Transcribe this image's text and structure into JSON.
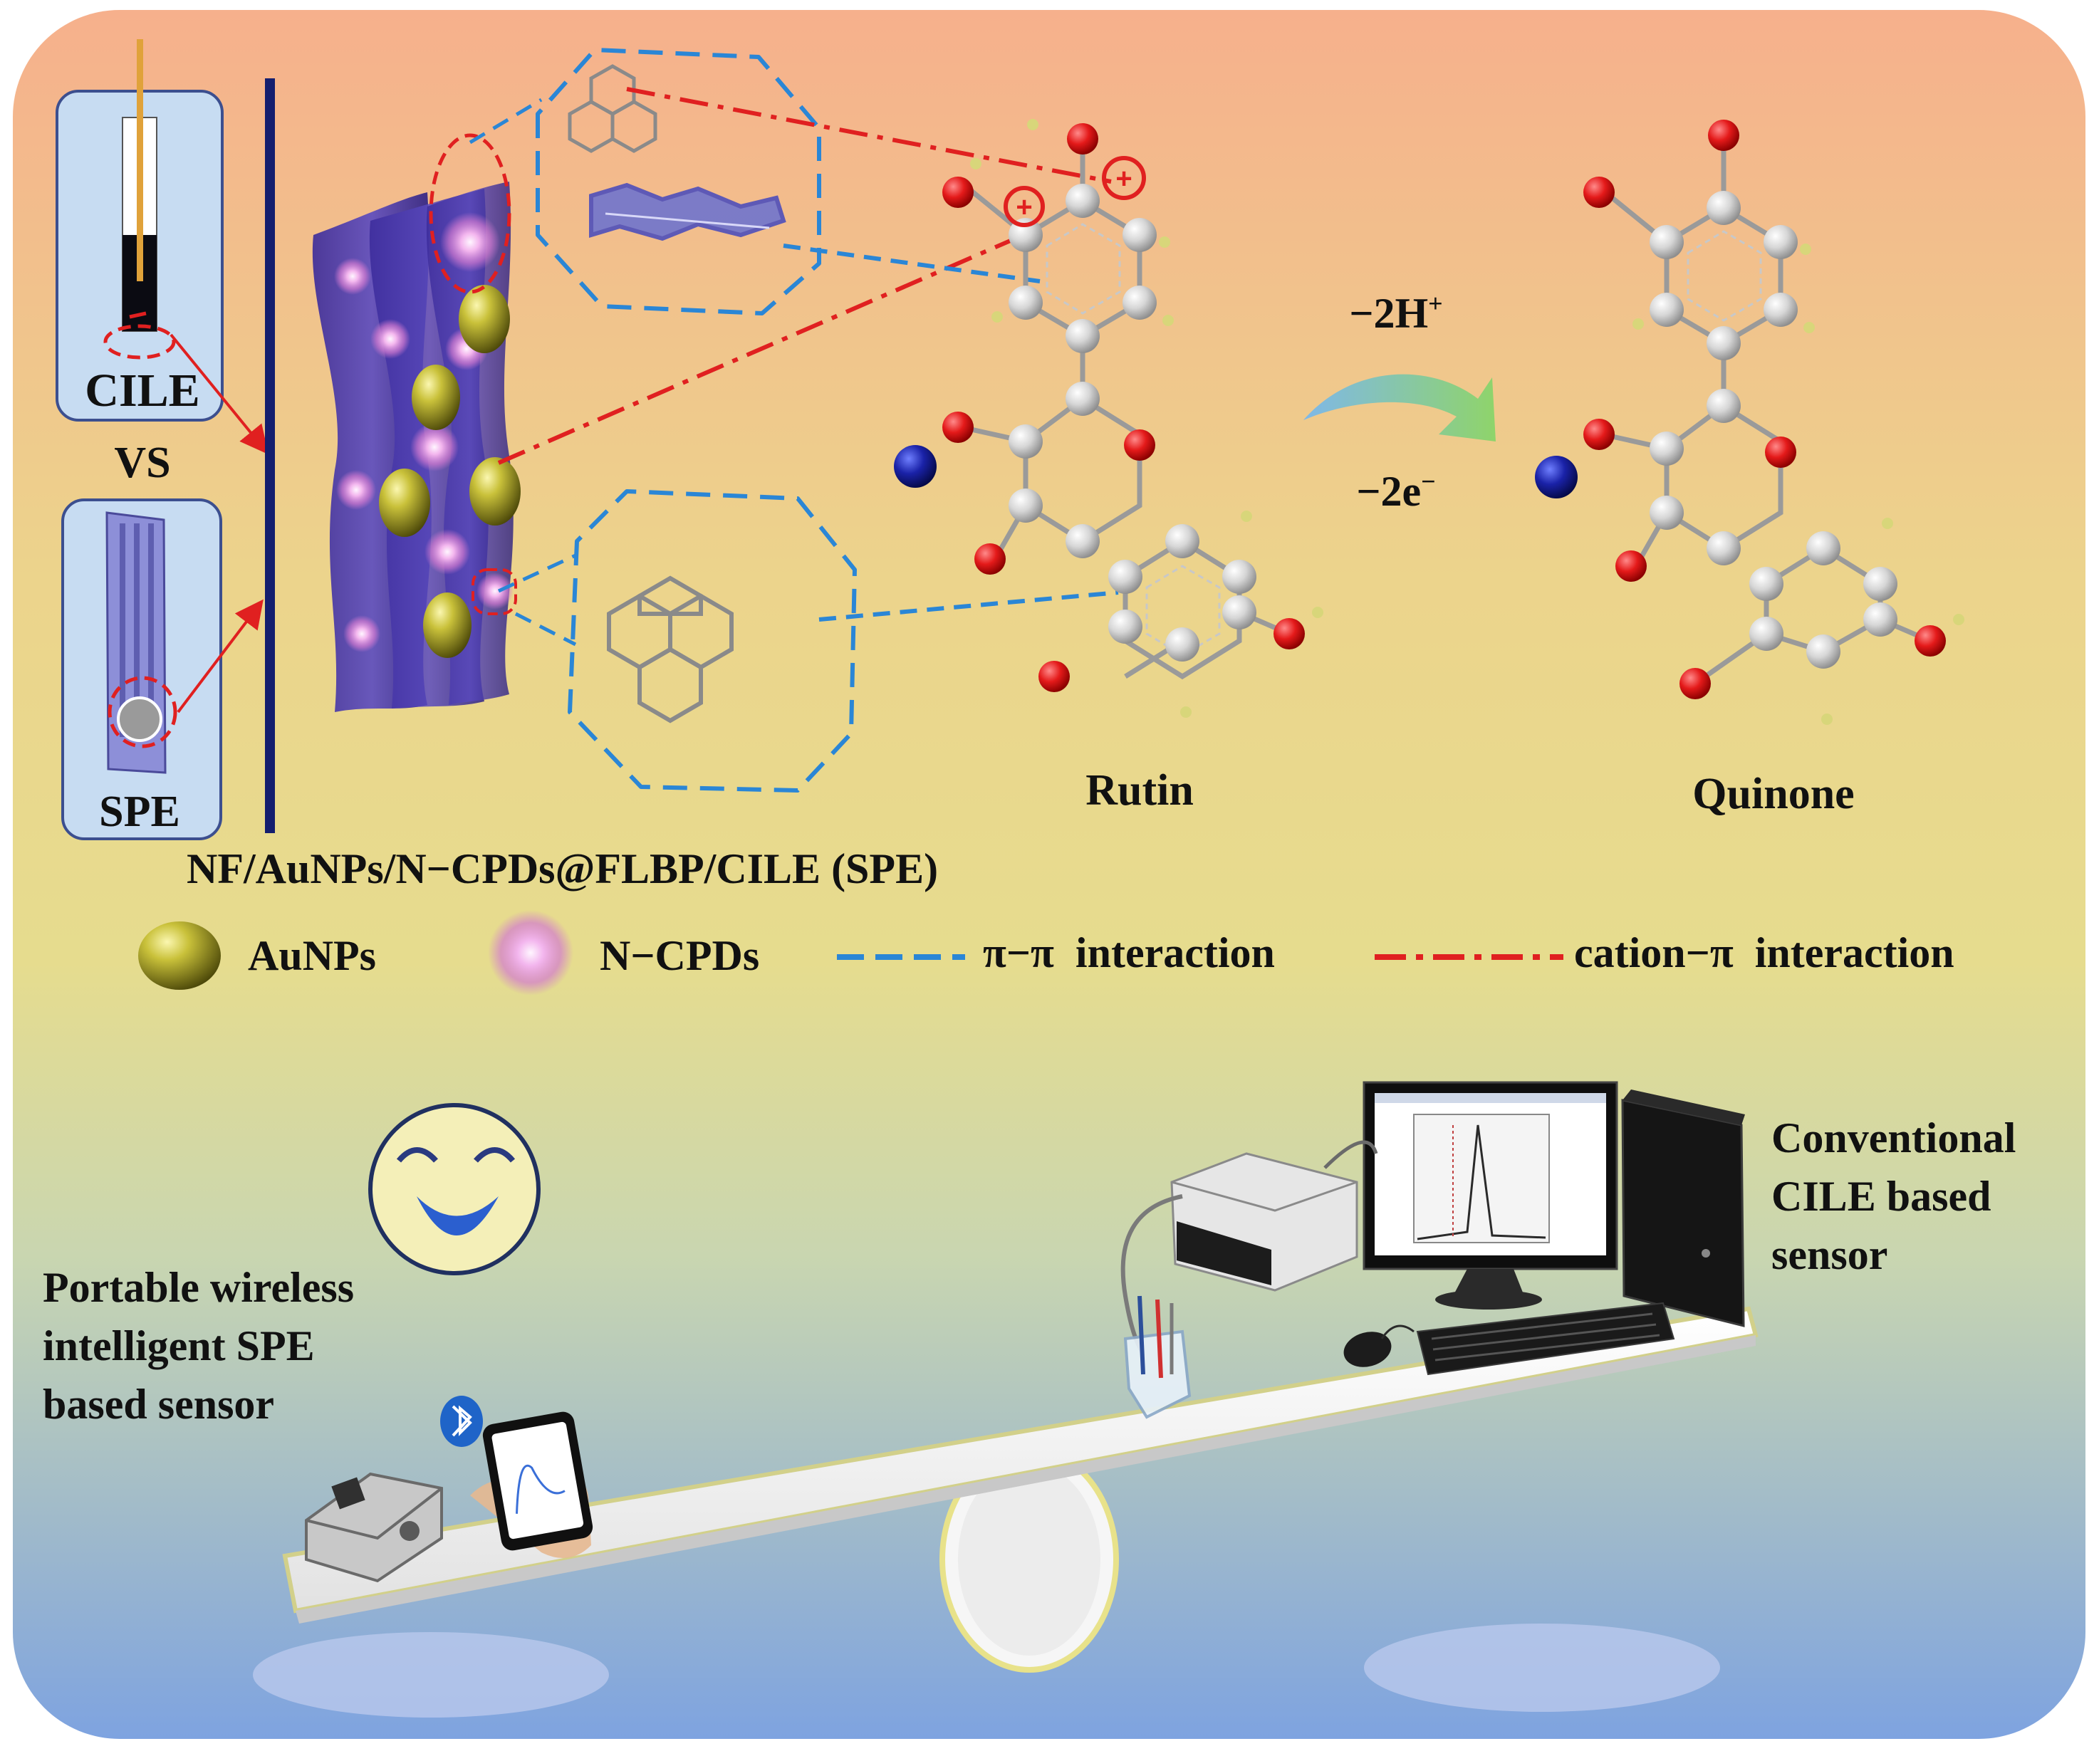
{
  "electrodes": {
    "cile_label": "CILE",
    "vs_label": "VS",
    "spe_label": "SPE"
  },
  "reaction": {
    "proton_label": "−2H",
    "proton_sup": "+",
    "electron_label": "−2e",
    "electron_sup": "−",
    "reactant_label": "Rutin",
    "product_label": "Quinone"
  },
  "electrode_name": "NF/AuNPs/N−CPDs@FLBP/CILE (SPE)",
  "legend": {
    "aunps": "AuNPs",
    "ncpds": "N−CPDs",
    "pipi": "π−π  interaction",
    "cationpi": "cation−π  interaction"
  },
  "portable": {
    "lines": [
      "Portable wireless",
      "intelligent SPE",
      "based sensor"
    ]
  },
  "conventional": {
    "lines": [
      "Conventional",
      "CILE based",
      "sensor"
    ]
  },
  "colors": {
    "bg_top": "#f5b48e",
    "bg_mid": "#e9dc8c",
    "bg_bottom": "#7fa6e0",
    "pi_pi_line": "#2a86d6",
    "cation_pi_line": "#e02020",
    "oxygen": "#e01818",
    "carbon": "#d8d8d8",
    "nanosheet": "#3a2f9c",
    "gold": "#b8b020"
  },
  "icons": [
    "bluetooth-icon",
    "smiley-icon",
    "computer-icon",
    "smartphone-icon",
    "potentiostat-icon",
    "mouse-icon",
    "keyboard-icon"
  ]
}
